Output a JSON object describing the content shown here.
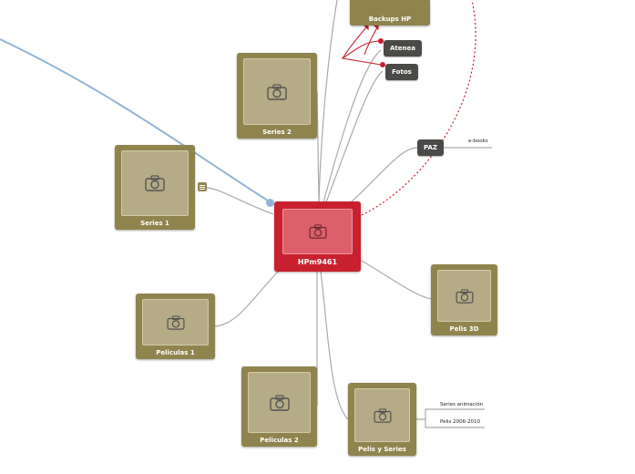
{
  "central": {
    "label": "HPm9461",
    "icon": "camera-icon"
  },
  "nodes": {
    "backups_hp": {
      "label": "Backups HP",
      "icon": "camera-icon"
    },
    "series_2": {
      "label": "Series 2",
      "icon": "camera-icon"
    },
    "series_1": {
      "label": "Series 1",
      "icon": "camera-icon"
    },
    "peliculas_1": {
      "label": "Peliculas 1",
      "icon": "camera-icon"
    },
    "peliculas_2": {
      "label": "Peliculas 2",
      "icon": "camera-icon"
    },
    "pelis_y_series": {
      "label": "Pelis y Series",
      "icon": "camera-icon"
    },
    "pelis_3d": {
      "label": "Pelis 3D",
      "icon": "camera-icon"
    }
  },
  "pills": {
    "atenea": "Atenea",
    "fotos": "Fotos",
    "paz": "PAZ"
  },
  "leaf_labels": {
    "ebooks": "e-books",
    "series_animacion": "Series animación",
    "pelis_2006_2010": "Pelis 2006-2010"
  },
  "colors": {
    "node": "#8f844e",
    "central": "#c8202e",
    "pill": "#4a4a48",
    "relation": "#c8202e",
    "link": "#92b4d8"
  }
}
